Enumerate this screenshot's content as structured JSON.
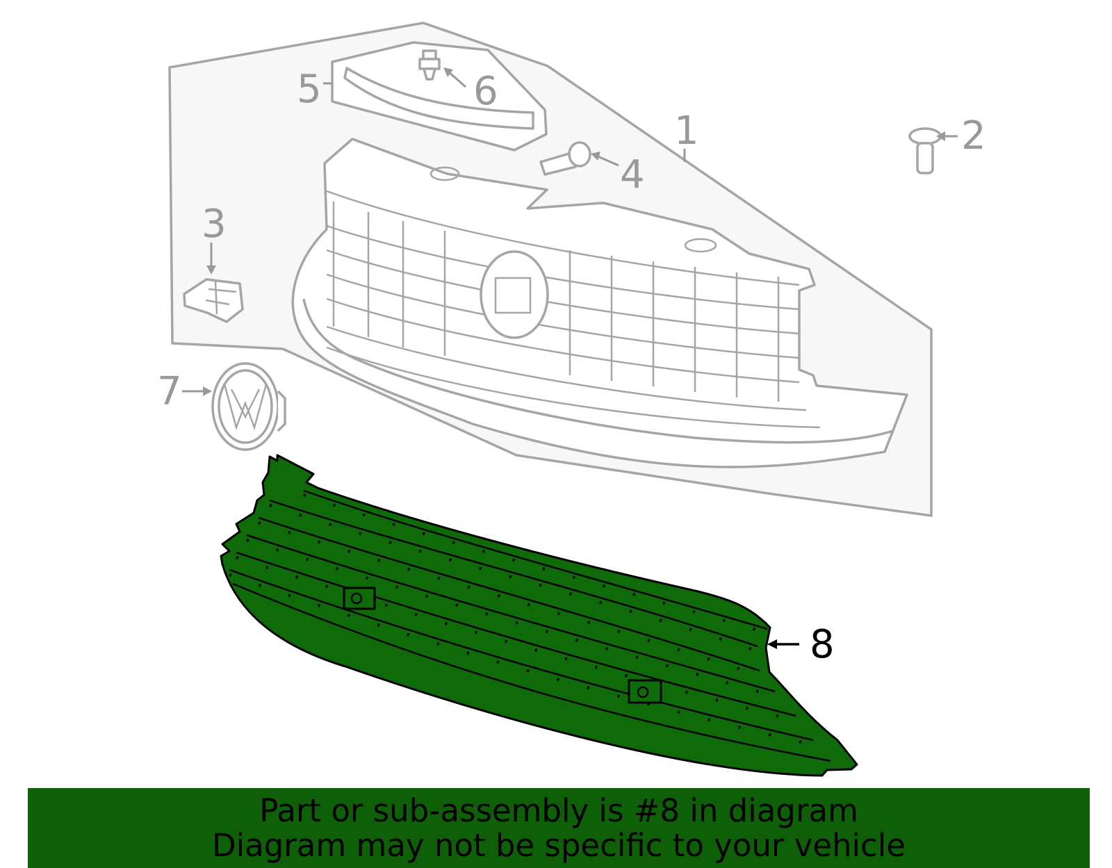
{
  "callouts": [
    {
      "id": "1",
      "label": "1"
    },
    {
      "id": "2",
      "label": "2"
    },
    {
      "id": "3",
      "label": "3"
    },
    {
      "id": "4",
      "label": "4"
    },
    {
      "id": "5",
      "label": "5"
    },
    {
      "id": "6",
      "label": "6"
    },
    {
      "id": "7",
      "label": "7"
    },
    {
      "id": "8",
      "label": "8"
    }
  ],
  "highlighted_part": "8",
  "colors": {
    "highlight_fill": "#0f6a0a",
    "banner_background": "#0f5f08",
    "line_art": "#a5a5a5",
    "panel_background": "#f7f7f7"
  },
  "banner": {
    "line1": "Part or sub-assembly is #8 in diagram",
    "line2": "Diagram may not be specific to your vehicle"
  }
}
